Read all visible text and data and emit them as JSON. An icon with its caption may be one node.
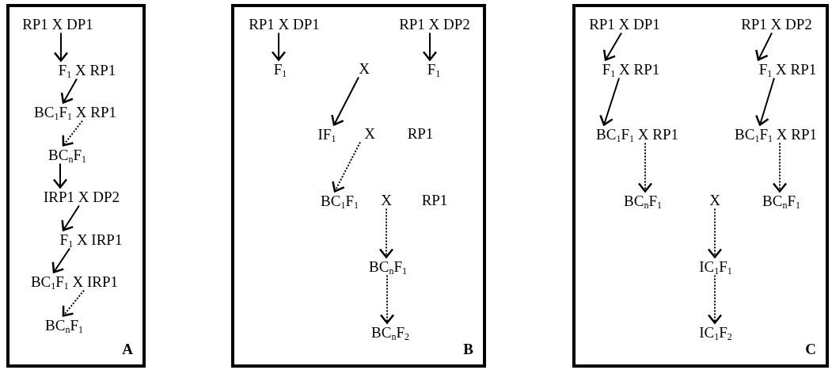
{
  "diagram": {
    "nodes": [
      {
        "text": [
          "A"
        ]
      },
      {
        "text": [
          "RP1 X DP1"
        ],
        "in": 0
      },
      {
        "text": [
          "F$_{1}$ X RP1"
        ],
        "in": 0
      },
      {
        "text": [
          "BC$_{1}$F$_{1}$ X RP1"
        ],
        "in": 0
      },
      {
        "text": [
          "BC$_{n}$F$_{1}$"
        ],
        "in": 0
      },
      {
        "text": [
          "IRP1 X DP2"
        ],
        "in": 0
      },
      {
        "text": [
          "F$_{1}$ X IRP1"
        ],
        "in": 0
      },
      {
        "text": [
          "BC$_{1}$F$_{1}$ X IRP1"
        ],
        "in": 0
      },
      {
        "text": [
          "BC$_{n}$F$_{1}$"
        ],
        "in": 0
      },
      {
        "text": [
          "B"
        ]
      },
      {
        "text": [
          "RP1 X DP1"
        ],
        "in": 9
      },
      {
        "text": [
          "RP1 X DP2"
        ],
        "in": 9
      },
      {
        "text": [
          "F$_{1}$"
        ],
        "in": 9
      },
      {
        "text": [
          "X"
        ],
        "in": 9
      },
      {
        "text": [
          "F$_{1}$"
        ],
        "in": 9
      },
      {
        "text": [
          "IF$_{1}$"
        ],
        "in": 9
      },
      {
        "text": [
          "X"
        ],
        "in": 9
      },
      {
        "text": [
          "RP1"
        ],
        "in": 9
      },
      {
        "text": [
          "BC$_{1}$F$_{1}$"
        ],
        "in": 9
      },
      {
        "text": [
          "X"
        ],
        "in": 9
      },
      {
        "text": [
          "RP1"
        ],
        "in": 9
      },
      {
        "text": [
          "BC$_{n}$F$_{1}$"
        ],
        "in": 9
      },
      {
        "text": [
          "BC$_{n}$F$_{2}$"
        ],
        "in": 9
      },
      {
        "text": [
          "C"
        ]
      },
      {
        "text": [
          "RP1 X DP1"
        ],
        "in": 23
      },
      {
        "text": [
          "RP1 X DP2"
        ],
        "in": 23
      },
      {
        "text": [
          "F$_{1}$ X RP1"
        ],
        "in": 23
      },
      {
        "text": [
          "F$_{1}$ X RP1"
        ],
        "in": 23
      },
      {
        "text": [
          "BC$_{1}$F$_{1}$ X RP1"
        ],
        "in": 23
      },
      {
        "text": [
          "BC$_{1}$F$_{1}$ X RP1"
        ],
        "in": 23
      },
      {
        "text": [
          "BC$_{n}$F$_{1}$"
        ],
        "in": 23
      },
      {
        "text": [
          "X"
        ],
        "in": 23
      },
      {
        "text": [
          "BC$_{n}$F$_{1}$"
        ],
        "in": 23
      },
      {
        "text": [
          "IC$_{1}$F$_{1}$"
        ],
        "in": 23
      },
      {
        "text": [
          "IC$_{1}$F$_{2}$"
        ],
        "in": 23
      }
    ],
    "edges": [
      {
        "from": 1,
        "to": 2,
        "arrow": "to"
      },
      {
        "from": 2,
        "to": 3,
        "arrow": "to"
      },
      {
        "from": 3,
        "to": 4,
        "arrow": "to",
        "style": "dashed"
      },
      {
        "from": 4,
        "to": 5,
        "arrow": "to"
      },
      {
        "from": 5,
        "to": 6,
        "arrow": "to"
      },
      {
        "from": 6,
        "to": 7,
        "arrow": "to"
      },
      {
        "from": 7,
        "to": 8,
        "arrow": "to",
        "style": "dashed"
      },
      {
        "from": 10,
        "to": 12,
        "arrow": "to"
      },
      {
        "from": 11,
        "to": 14,
        "arrow": "to"
      },
      {
        "from": 13,
        "to": 15,
        "arrow": "to"
      },
      {
        "from": 16,
        "to": 18,
        "arrow": "to",
        "style": "dashed"
      },
      {
        "from": 19,
        "to": 21,
        "arrow": "to",
        "style": "dashed"
      },
      {
        "from": 21,
        "to": 22,
        "arrow": "to",
        "style": "dashed"
      },
      {
        "from": 24,
        "to": 26,
        "arrow": "to"
      },
      {
        "from": 25,
        "to": 27,
        "arrow": "to"
      },
      {
        "from": 26,
        "to": 28,
        "arrow": "to"
      },
      {
        "from": 27,
        "to": 29,
        "arrow": "to"
      },
      {
        "from": 28,
        "to": 30,
        "arrow": "to",
        "style": "dashed"
      },
      {
        "from": 29,
        "to": 32,
        "arrow": "to",
        "style": "dashed"
      },
      {
        "from": 31,
        "to": 33,
        "arrow": "to",
        "style": "dashed"
      },
      {
        "from": 33,
        "to": 34,
        "arrow": "to",
        "style": "dashed"
      }
    ]
  }
}
